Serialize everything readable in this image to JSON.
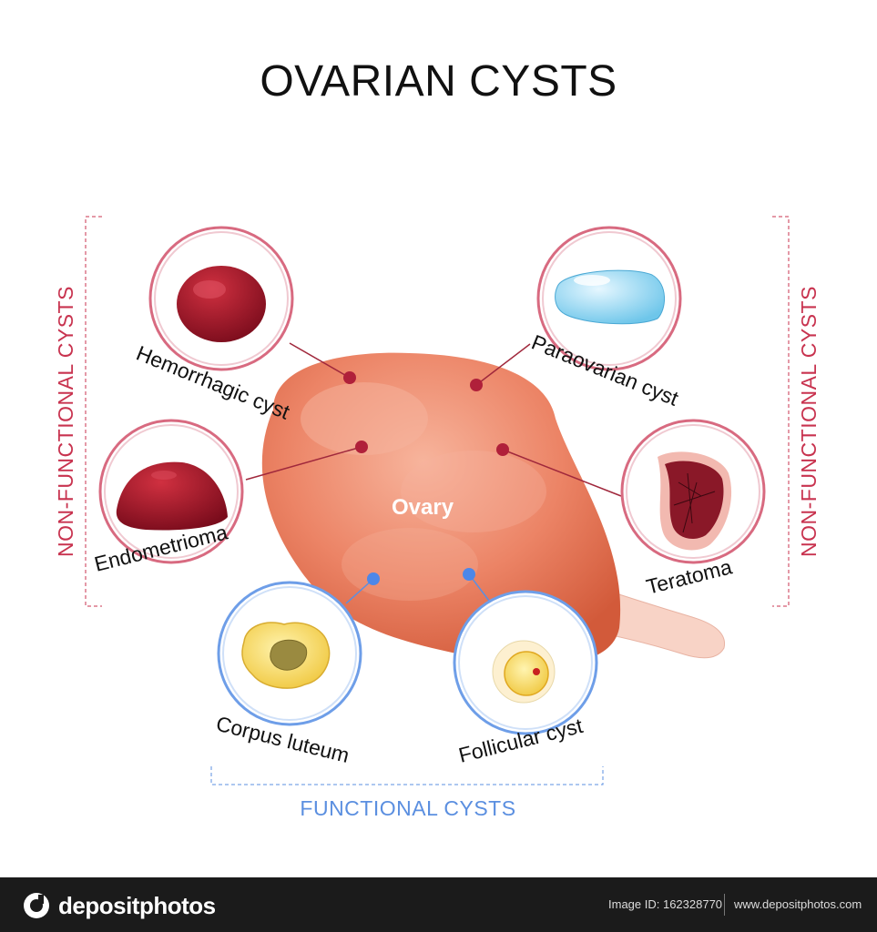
{
  "title": "OVARIAN CYSTS",
  "center_label": "Ovary",
  "groups": {
    "left": "NON-FUNCTIONAL CYSTS",
    "right": "NON-FUNCTIONAL CYSTS",
    "bottom": "FUNCTIONAL CYSTS"
  },
  "cysts": [
    {
      "name": "Hemorrhagic cyst",
      "icon": "hemorrhagic-cyst-icon"
    },
    {
      "name": "Paraovarian cyst",
      "icon": "paraovarian-cyst-icon"
    },
    {
      "name": "Endometrioma",
      "icon": "endometrioma-icon"
    },
    {
      "name": "Teratoma",
      "icon": "teratoma-icon"
    },
    {
      "name": "Corpus luteum",
      "icon": "corpus-luteum-icon"
    },
    {
      "name": "Follicular cyst",
      "icon": "follicular-cyst-icon"
    }
  ],
  "colors": {
    "non_functional": "#c8334f",
    "functional": "#5b8fe0",
    "ovary": "#e8765a"
  },
  "footer": {
    "brand": "depositphotos",
    "image_id": "Image ID: 162328770",
    "site": "www.depositphotos.com"
  }
}
